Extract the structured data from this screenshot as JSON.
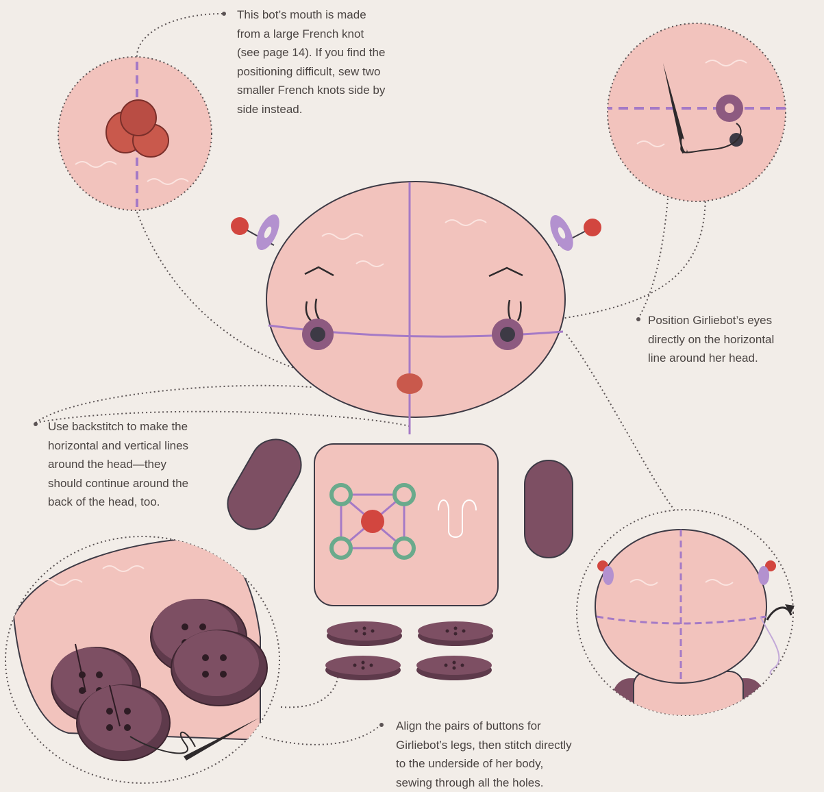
{
  "captions": {
    "mouth": [
      "This bot’s mouth is made",
      "from a large French knot",
      "(see page 14). If you find the",
      "positioning difficult, sew two",
      "smaller French knots side by",
      "side instead."
    ],
    "eyes": [
      "Position Girliebot’s eyes",
      "directly on the horizontal",
      "line around her head."
    ],
    "backstitch": [
      "Use backstitch to make the",
      "horizontal and vertical lines",
      "around the head—they",
      "should continue around the",
      "back of the head, too."
    ],
    "buttons": [
      "Align the pairs of buttons for",
      "Girliebot’s legs, then stitch directly",
      "to the underside of her body,",
      "sewing through all the holes."
    ]
  },
  "colors": {
    "background": "#f2ede8",
    "felt_pink": "#f2c3bd",
    "stitch_purple": "#a57ac6",
    "button_plum": "#7d4f63",
    "mouth_red": "#c9594c",
    "bead_red": "#d2463f",
    "eye_purple": "#8d5a80",
    "panel_green": "#6aaa8c",
    "dotted_line": "#5b5354"
  }
}
